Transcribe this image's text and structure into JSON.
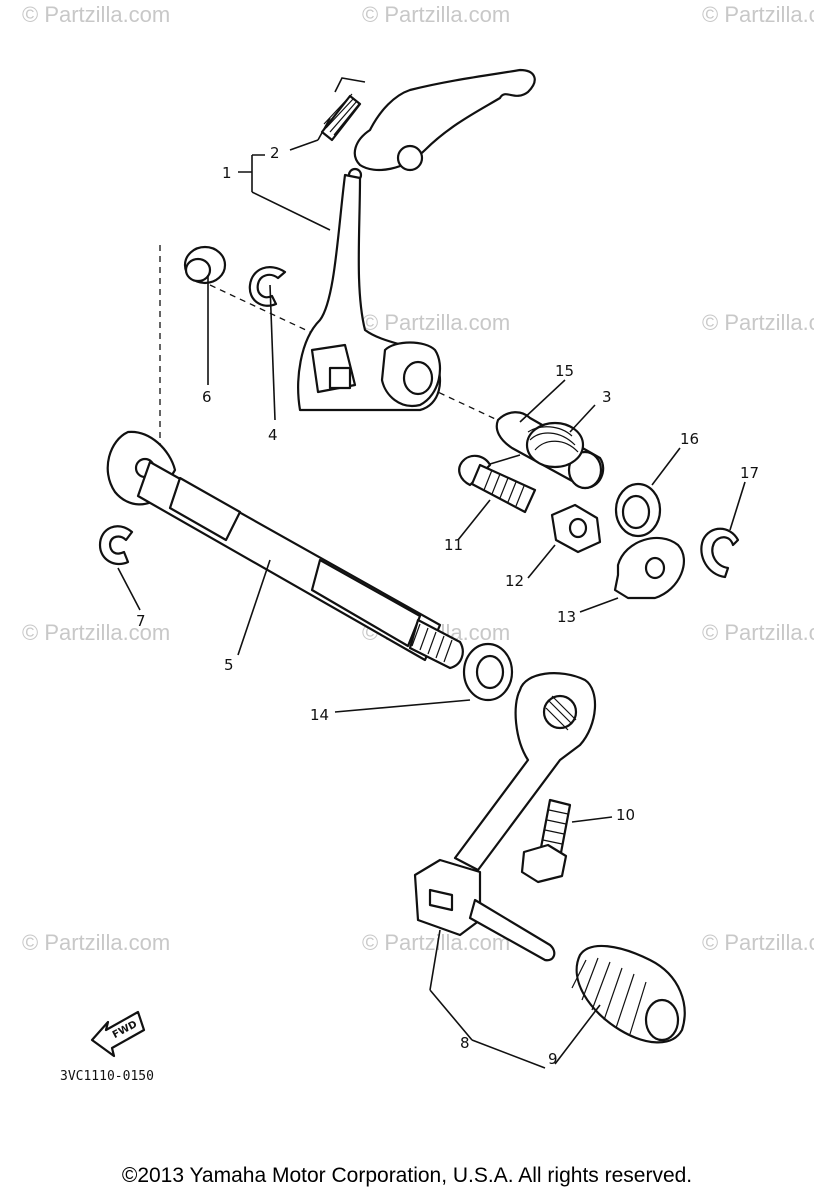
{
  "watermarks": [
    "© Partzilla.com",
    "© Partzilla.com",
    "© Partzilla.com",
    "© Partzilla.com",
    "© Partzilla.com",
    "© Partzilla.com",
    "© Partzilla.com",
    "© Partzilla.com",
    "© Partzilla.com",
    "© Partzilla.com",
    "© Partzilla.com"
  ],
  "callouts": [
    "1",
    "2",
    "3",
    "4",
    "5",
    "6",
    "7",
    "8",
    "9",
    "10",
    "11",
    "12",
    "13",
    "14",
    "15",
    "16",
    "17"
  ],
  "fwd_label": "FWD",
  "reference_code": "3VC1110-0150",
  "copyright": "©2013  Yamaha Motor Corporation, U.S.A. All rights reserved."
}
